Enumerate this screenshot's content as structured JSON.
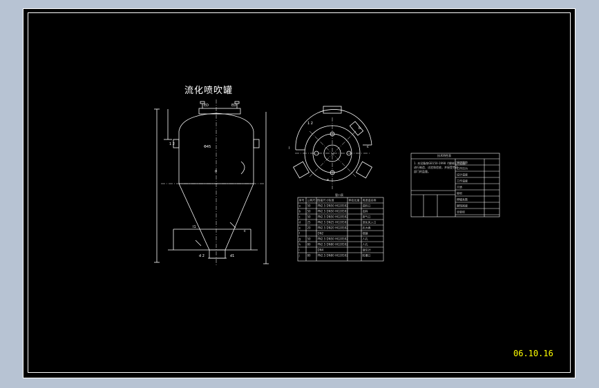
{
  "drawing": {
    "title": "流化喷吹罐",
    "date": "06.10.16"
  },
  "colors": {
    "background": "#b7c3d3",
    "canvas": "#000000",
    "line": "#ffffff",
    "accent_text": "#ffff00"
  },
  "nozzle_table": {
    "header": [
      "序号",
      "公称尺寸",
      "连接尺寸标准",
      "伸出长度",
      "用途或名称"
    ],
    "rows": [
      [
        "a",
        "50",
        "PN2.5 DN50 HG20592",
        "",
        "进料口"
      ],
      [
        "b",
        "50",
        "PN2.5 DN50 HG20592",
        "",
        "出料"
      ],
      [
        "c",
        "50",
        "PN2.5 DN50 HG20592",
        "",
        "排气口"
      ],
      [
        "d",
        "25",
        "PN2.5 DN25 HG20592",
        "",
        "流化风入口"
      ],
      [
        "e",
        "20",
        "PN2.5 DN20 HG20592",
        "",
        "压力表"
      ],
      [
        "f",
        "",
        "DN2",
        "",
        "视镜"
      ],
      [
        "g",
        "50",
        "PN2.5 DN50 HG20592",
        "",
        "人孔"
      ],
      [
        "h",
        "80",
        "PN2.5 DN80 HG20592",
        "",
        "人孔"
      ],
      [
        "i",
        "",
        "DN4",
        "",
        "液位计"
      ],
      [
        "j",
        "80",
        "PN2.5 DN80 HG20592",
        "",
        "防爆口"
      ]
    ]
  },
  "spec_table": {
    "title": "技术特性表",
    "rows": [
      "设计压力",
      "工作压力",
      "设计温度",
      "工作温度",
      "介质",
      "容积",
      "焊缝系数",
      "腐蚀裕度",
      "全容积"
    ]
  }
}
